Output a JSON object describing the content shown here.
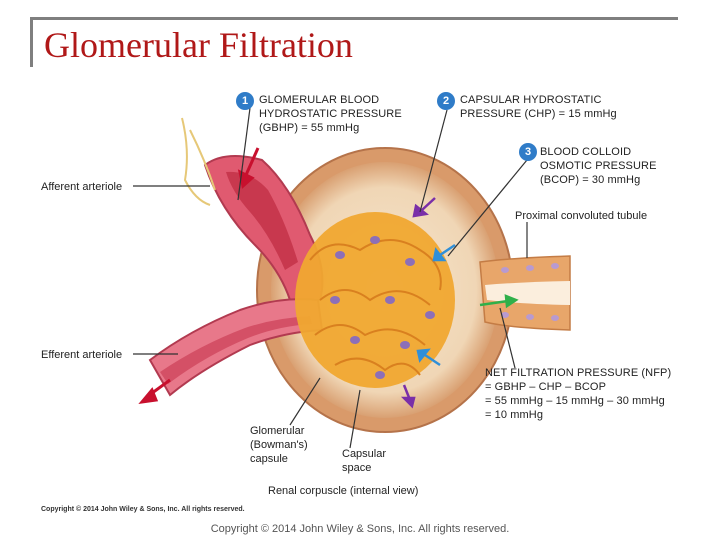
{
  "slide": {
    "title": "Glomerular Filtration",
    "footer": "Copyright © 2014 John Wiley & Sons, Inc. All rights reserved."
  },
  "diagram": {
    "image_copyright": "Copyright © 2014 John Wiley & Sons, Inc. All rights reserved.",
    "badges": [
      "1",
      "2",
      "3"
    ],
    "labels": {
      "gbhp": [
        "GLOMERULAR BLOOD",
        "HYDROSTATIC PRESSURE",
        "(GBHP) = 55 mmHg"
      ],
      "chp": [
        "CAPSULAR HYDROSTATIC",
        "PRESSURE (CHP) = 15 mmHg"
      ],
      "bcop": [
        "BLOOD COLLOID",
        "OSMOTIC PRESSURE",
        "(BCOP) = 30 mmHg"
      ],
      "pct": "Proximal convoluted tubule",
      "afferent": "Afferent arteriole",
      "efferent": "Efferent arteriole",
      "nfp": [
        "NET FILTRATION PRESSURE (NFP)",
        "= GBHP – CHP – BCOP",
        "= 55 mmHg – 15 mmHg – 30 mmHg",
        "= 10 mmHg"
      ],
      "glomerular_capsule": [
        "Glomerular",
        "(Bowman's)",
        "capsule"
      ],
      "capsular_space": [
        "Capsular",
        "space"
      ],
      "caption": "Renal corpuscle (internal view)"
    },
    "colors": {
      "badge": "#2f7cc8",
      "arrow_red": "#c8102e",
      "arrow_purple": "#7a2fa8",
      "arrow_blue": "#2f8fd8",
      "arrow_green": "#2fb04a",
      "capsule": "#e9b98a",
      "vessel": "#e0506a",
      "glomerulus": "#f0a830"
    }
  }
}
